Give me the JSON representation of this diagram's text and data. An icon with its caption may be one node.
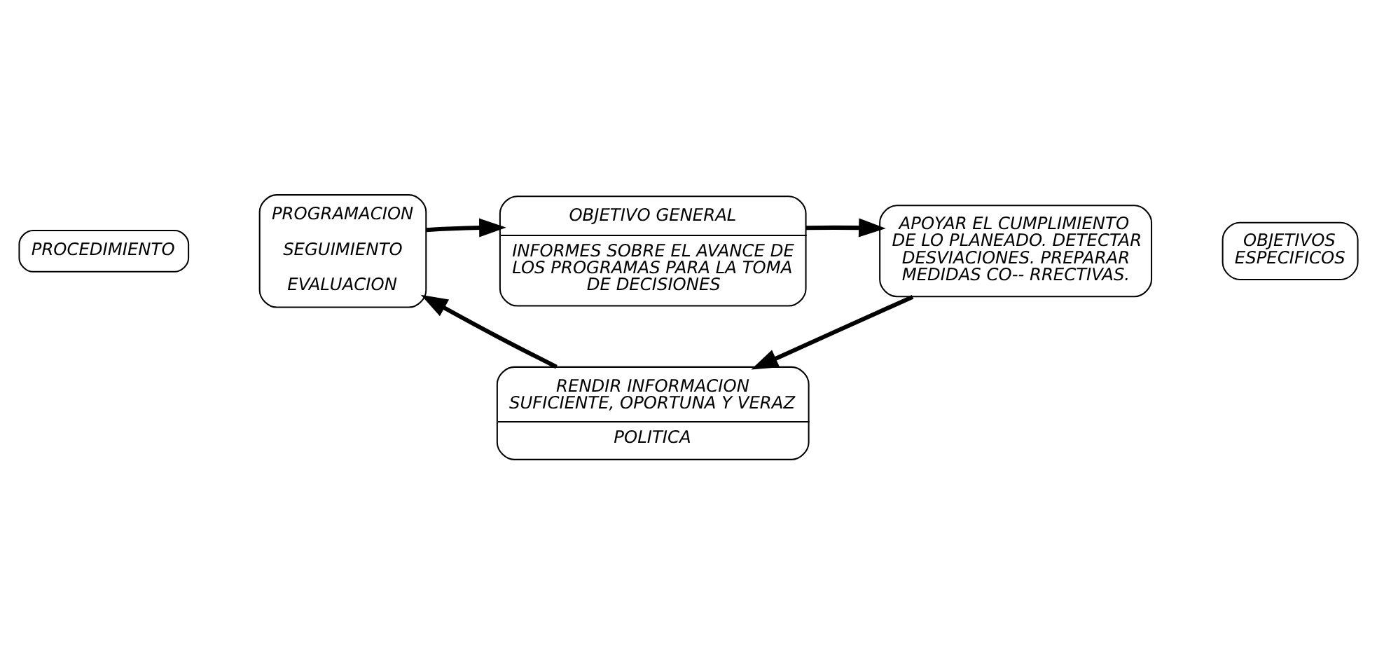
{
  "diagram": {
    "nodes": [
      {
        "text": [
          "OBJETIVO GENERAL",
          "INFORMES SOBRE EL AVANCE DE LOS PROGRAMAS PARA LA TOMA DE DECISIONES"
        ]
      },
      {
        "text": [
          "PROCEDIMIENTO"
        ]
      },
      {
        "text": [
          "PROGRAMACION",
          "SEGUIMIENTO",
          "EVALUACION"
        ]
      },
      {
        "text": [
          "APOYAR EL CUMPLIMIENTO DE LO PLANEADO. DETECTAR DESVIACIONES. PREPARAR MEDIDAS CO-- RRECTIVAS."
        ]
      },
      {
        "text": [
          "OBJETIVOS ESPECIFICOS"
        ]
      },
      {
        "text": [
          "RENDIR INFORMACION SUFICIENTE, OPORTUNA Y VERAZ",
          "POLITICA"
        ]
      }
    ],
    "edges": [
      {
        "from": 0,
        "to": 3,
        "arrow": "to"
      },
      {
        "from": 3,
        "to": 5,
        "arrow": "to"
      },
      {
        "from": 5,
        "to": 2,
        "arrow": "to"
      },
      {
        "from": 2,
        "to": 0,
        "arrow": "to"
      }
    ]
  }
}
